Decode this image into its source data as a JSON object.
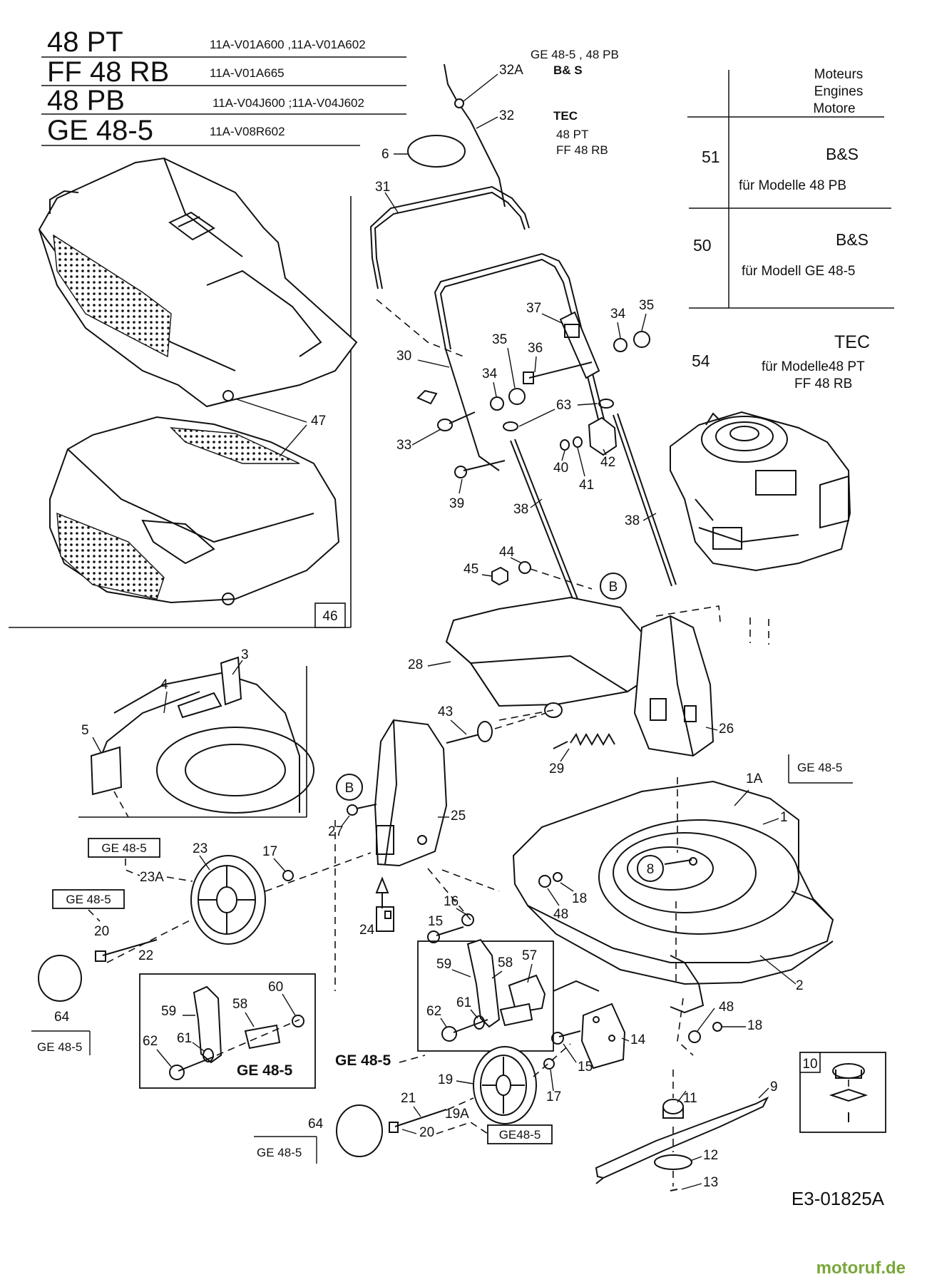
{
  "header": {
    "rows": [
      {
        "model": "48 PT",
        "codes": "11A-V01A600  ,11A-V01A602"
      },
      {
        "model": "FF 48 RB",
        "codes": "11A-V01A665"
      },
      {
        "model": "48 PB",
        "codes": "11A-V04J600 ;11A-V04J602"
      },
      {
        "model": "GE 48-5",
        "codes": "11A-V08R602"
      }
    ]
  },
  "cable_notes": {
    "bs_models": "GE 48-5  , 48 PB",
    "bs_brand": "B& S",
    "tec_brand": "TEC",
    "tec_model_1": "48 PT",
    "tec_model_2": "FF 48 RB"
  },
  "engines_table": {
    "heading": [
      "Moteurs",
      "Engines",
      "Motore"
    ],
    "rows": [
      {
        "num": "51",
        "brand": "B&S",
        "note": "für Modelle 48 PB"
      },
      {
        "num": "50",
        "brand": "B&S",
        "note": "für Modell GE 48-5"
      },
      {
        "num": "54",
        "brand": "TEC",
        "note_1": "für Modelle48 PT",
        "note_2": "FF 48 RB"
      }
    ]
  },
  "callouts": {
    "n32A": "32A",
    "n32": "32",
    "n6": "6",
    "n31": "31",
    "n30": "30",
    "n37": "37",
    "n34a": "34",
    "n35a": "35",
    "n35b": "35",
    "n36": "36",
    "n34b": "34",
    "n63": "63",
    "n33": "33",
    "n40": "40",
    "n41": "41",
    "n42": "42",
    "n39": "39",
    "n38a": "38",
    "n38b": "38",
    "n44": "44",
    "n45": "45",
    "n47": "47",
    "n46": "46",
    "n3": "3",
    "n4": "4",
    "n5": "5",
    "n28": "28",
    "n43": "43",
    "n29": "29",
    "n26": "26",
    "n27": "27",
    "n25": "25",
    "n24": "24",
    "n16": "16",
    "n15a": "15",
    "n17a": "17",
    "n23": "23",
    "n23A": "23A",
    "n20a": "20",
    "n22": "22",
    "n64a": "64",
    "n1A": "1A",
    "n1": "1",
    "n8": "8",
    "n18a": "18",
    "n48a": "48",
    "n2": "2",
    "n59a": "59",
    "n58a": "58",
    "n57": "57",
    "n61a": "61",
    "n62a": "62",
    "n59b": "59",
    "n58b": "58",
    "n60": "60",
    "n61b": "61",
    "n62b": "62",
    "n14": "14",
    "n15b": "15",
    "n48b": "48",
    "n18b": "18",
    "n19": "19",
    "n17b": "17",
    "n21": "21",
    "n20b": "20",
    "n19A": "19A",
    "n64b": "64",
    "n11": "11",
    "n9": "9",
    "n12": "12",
    "n13": "13",
    "n10": "10"
  },
  "tags": {
    "ge_23": "GE 48-5",
    "ge_20": "GE 48-5",
    "ge_64a": "GE 48-5",
    "ge_26": "GE 48-5",
    "ge_kit_left": "GE 48-5",
    "ge_kit_mid": "GE 48-5",
    "ge_19A": "GE48-5",
    "ge_64b": "GE 48-5"
  },
  "circle_refs": {
    "b1": "B",
    "b2": "B"
  },
  "diagram_id": "E3-01825A",
  "watermark": "motoruf.de"
}
